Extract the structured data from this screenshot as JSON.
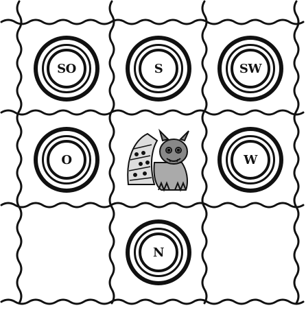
{
  "board": {
    "rows": 3,
    "cols": 3,
    "tokens": [
      {
        "row": 0,
        "col": 0,
        "label": "SO"
      },
      {
        "row": 0,
        "col": 1,
        "label": "S"
      },
      {
        "row": 0,
        "col": 2,
        "label": "SW"
      },
      {
        "row": 1,
        "col": 0,
        "label": "O"
      },
      {
        "row": 1,
        "col": 2,
        "label": "W"
      },
      {
        "row": 2,
        "col": 1,
        "label": "N"
      }
    ],
    "center_piece": {
      "row": 1,
      "col": 1,
      "icon": "gargoyle-icon"
    },
    "empty_cells": [
      {
        "row": 2,
        "col": 0
      },
      {
        "row": 2,
        "col": 2
      }
    ]
  },
  "colors": {
    "ink": "#111111",
    "paper": "#ffffff"
  }
}
